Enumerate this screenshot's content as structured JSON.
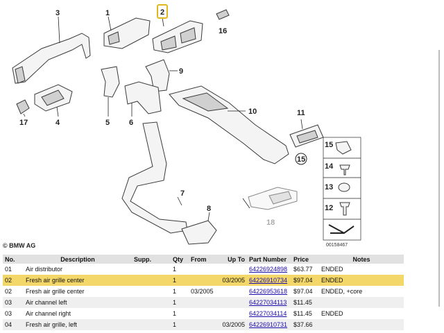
{
  "diagram": {
    "callouts": [
      "1",
      "2",
      "3",
      "4",
      "5",
      "6",
      "7",
      "8",
      "9",
      "10",
      "11",
      "12",
      "13",
      "14",
      "15",
      "16",
      "17",
      "18"
    ],
    "highlighted_callout": "2",
    "copyright": "© BMW AG",
    "diagram_code": "00158467"
  },
  "table": {
    "headers": [
      "No.",
      "Description",
      "Supp.",
      "Qty",
      "From",
      "Up To",
      "Part Number",
      "Price",
      "Notes"
    ],
    "rows": [
      {
        "no": "01",
        "description": "Air distributor",
        "supp": "",
        "qty": "1",
        "from": "",
        "upto": "",
        "part_number": "64226924898",
        "price": "$63.77",
        "notes": "ENDED"
      },
      {
        "no": "02",
        "description": "Fresh air grille center",
        "supp": "",
        "qty": "1",
        "from": "",
        "upto": "03/2005",
        "part_number": "64226910734",
        "price": "$97.04",
        "notes": "ENDED"
      },
      {
        "no": "02",
        "description": "Fresh air grille center",
        "supp": "",
        "qty": "1",
        "from": "03/2005",
        "upto": "",
        "part_number": "64226953618",
        "price": "$97.04",
        "notes": "ENDED, +core"
      },
      {
        "no": "03",
        "description": "Air channel left",
        "supp": "",
        "qty": "1",
        "from": "",
        "upto": "",
        "part_number": "64227034113",
        "price": "$11.45",
        "notes": ""
      },
      {
        "no": "03",
        "description": "Air channel right",
        "supp": "",
        "qty": "1",
        "from": "",
        "upto": "",
        "part_number": "64227034114",
        "price": "$11.45",
        "notes": "ENDED"
      },
      {
        "no": "04",
        "description": "Fresh air grille, left",
        "supp": "",
        "qty": "1",
        "from": "",
        "upto": "03/2005",
        "part_number": "64226910731",
        "price": "$37.66",
        "notes": ""
      }
    ],
    "highlight_color": "#f3d768"
  }
}
